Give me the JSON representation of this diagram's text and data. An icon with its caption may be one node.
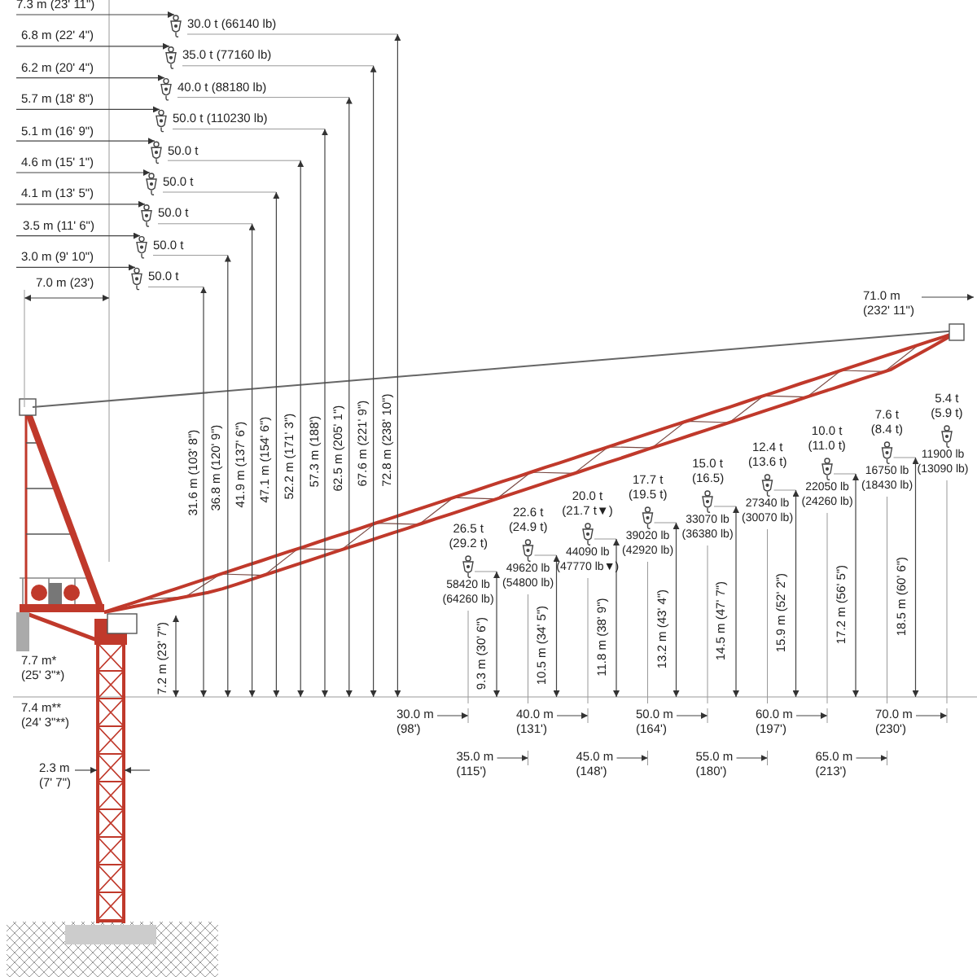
{
  "diagram": {
    "labels": [
      "7.3 m (23' 11\")",
      "30.0 t (66140 lb)",
      "6.8 m (22' 4\")",
      "35.0 t (77160 lb)",
      "6.2 m (20' 4\")",
      "40.0 t (88180 lb)",
      "5.7 m (18' 8\")",
      "50.0 t (110230 lb)",
      "5.1 m (16' 9\")",
      "50.0 t",
      "4.6 m (15' 1\")",
      "50.0 t",
      "4.1 m (13' 5\")",
      "50.0 t",
      "3.5 m (11' 6\")",
      "50.0 t",
      "3.0 m (9' 10\")",
      "50.0 t",
      "7.0 m (23')",
      "71.0 m (232' 11\")",
      "31.6 m (103' 8\")",
      "36.8 m (120' 9\")",
      "41.9 m (137' 6\")",
      "47.1 m (154' 6\")",
      "52.2 m (171' 3\")",
      "57.3 m (188')",
      "62.5 m (205' 1\")",
      "67.6 m (221' 9\")",
      "72.8 m (238' 10\")",
      "26.5 t (29.2 t)",
      "58420 lb (64260 lb)",
      "22.6 t (24.9 t)",
      "49620 lb (54800 lb)",
      "20.0 t (21.7 t▼)",
      "44090 lb (47770 lb▼)",
      "17.7 t (19.5 t)",
      "39020 lb (42920 lb)",
      "15.0 t (16.5)",
      "33070 lb (36380 lb)",
      "12.4 t (13.6 t)",
      "27340 lb (30070 lb)",
      "10.0 t (11.0 t)",
      "22050 lb (24260 lb)",
      "7.6 t (8.4 t)",
      "16750 lb (18430 lb)",
      "5.4 t (5.9 t)",
      "11900 lb (13090 lb)",
      "7.2 m (23' 7\")",
      "9.3 m (30' 6\")",
      "10.5 m (34' 5\")",
      "11.8 m (38' 9\")",
      "13.2 m (43' 4\")",
      "14.5 m (47' 7\")",
      "15.9 m (52' 2\")",
      "17.2 m (56' 5\")",
      "18.5 m (60' 6\")",
      "7.7 m* (25' 3\"*)",
      "7.4 m** (24' 3\"**)",
      "30.0 m (98')",
      "35.0 m (115')",
      "40.0 m (131')",
      "45.0 m (148')",
      "50.0 m (164')",
      "55.0 m (180')",
      "60.0 m (197')",
      "65.0 m (213')",
      "70.0 m (230')",
      "2.3 m (7' 7\")"
    ]
  }
}
